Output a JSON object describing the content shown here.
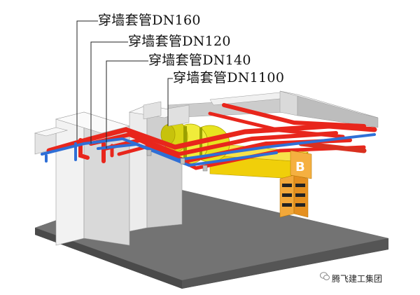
{
  "callouts": [
    {
      "label": "穿墙套管DN160"
    },
    {
      "label": "穿墙套管DN120"
    },
    {
      "label": "穿墙套管DN140"
    },
    {
      "label": "穿墙套管DN1100"
    }
  ],
  "wall_marker": "B",
  "watermark": "腾飞建工集团",
  "colors": {
    "hot_pipe": "#e8261c",
    "cold_pipe": "#2f6fd6",
    "sleeve": "#e8e028",
    "duct": "#f2d20c",
    "slab": "#6e6e6e",
    "wall": "#e6e6e6",
    "wall_side": "#bdbdbd",
    "leader": "#222222"
  }
}
